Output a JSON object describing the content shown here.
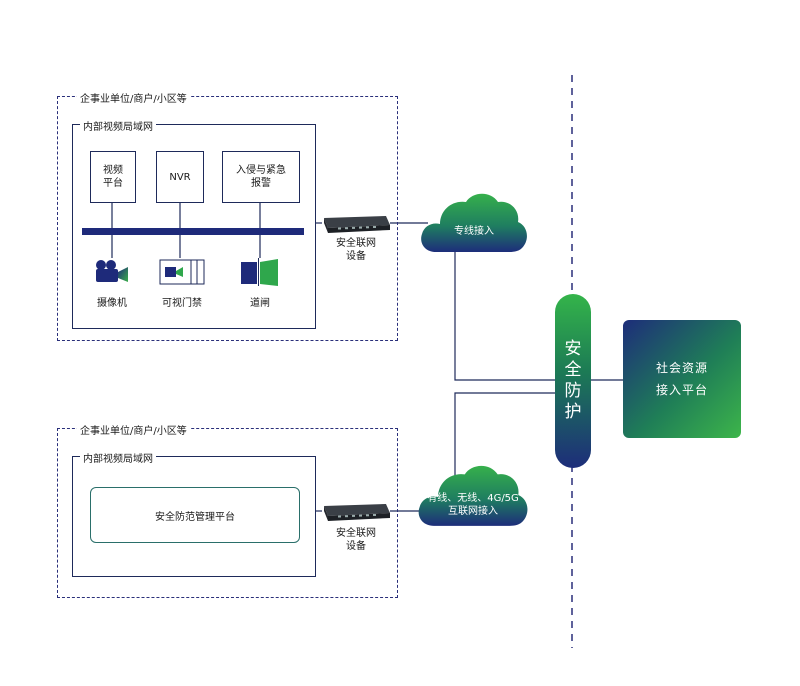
{
  "colors": {
    "navy": "#1e2a7a",
    "green": "#3bb04a",
    "teal": "#1f7e57"
  },
  "top_site": {
    "outer_label": "企事业单位/商户/小区等",
    "inner_label": "内部视频局域网",
    "systems": [
      "视频\n平台",
      "NVR",
      "入侵与紧急\n报警"
    ],
    "devices": [
      "摄像机",
      "可视门禁",
      "道闸"
    ]
  },
  "bottom_site": {
    "outer_label": "企事业单位/商户/小区等",
    "inner_label": "内部视频局域网",
    "platform": "安全防范管理平台"
  },
  "gateway_label": "安全联网\n设备",
  "cloud_top": "专线接入",
  "cloud_bottom": "有线、无线、4G/5G\n互联网接入",
  "pillar_chars": [
    "安",
    "全",
    "防",
    "护"
  ],
  "social_platform": [
    "社会资源",
    "接入平台"
  ],
  "icons": [
    "camera-icon",
    "access-control-icon",
    "barrier-gate-icon",
    "gateway-device-icon",
    "cloud-icon"
  ]
}
